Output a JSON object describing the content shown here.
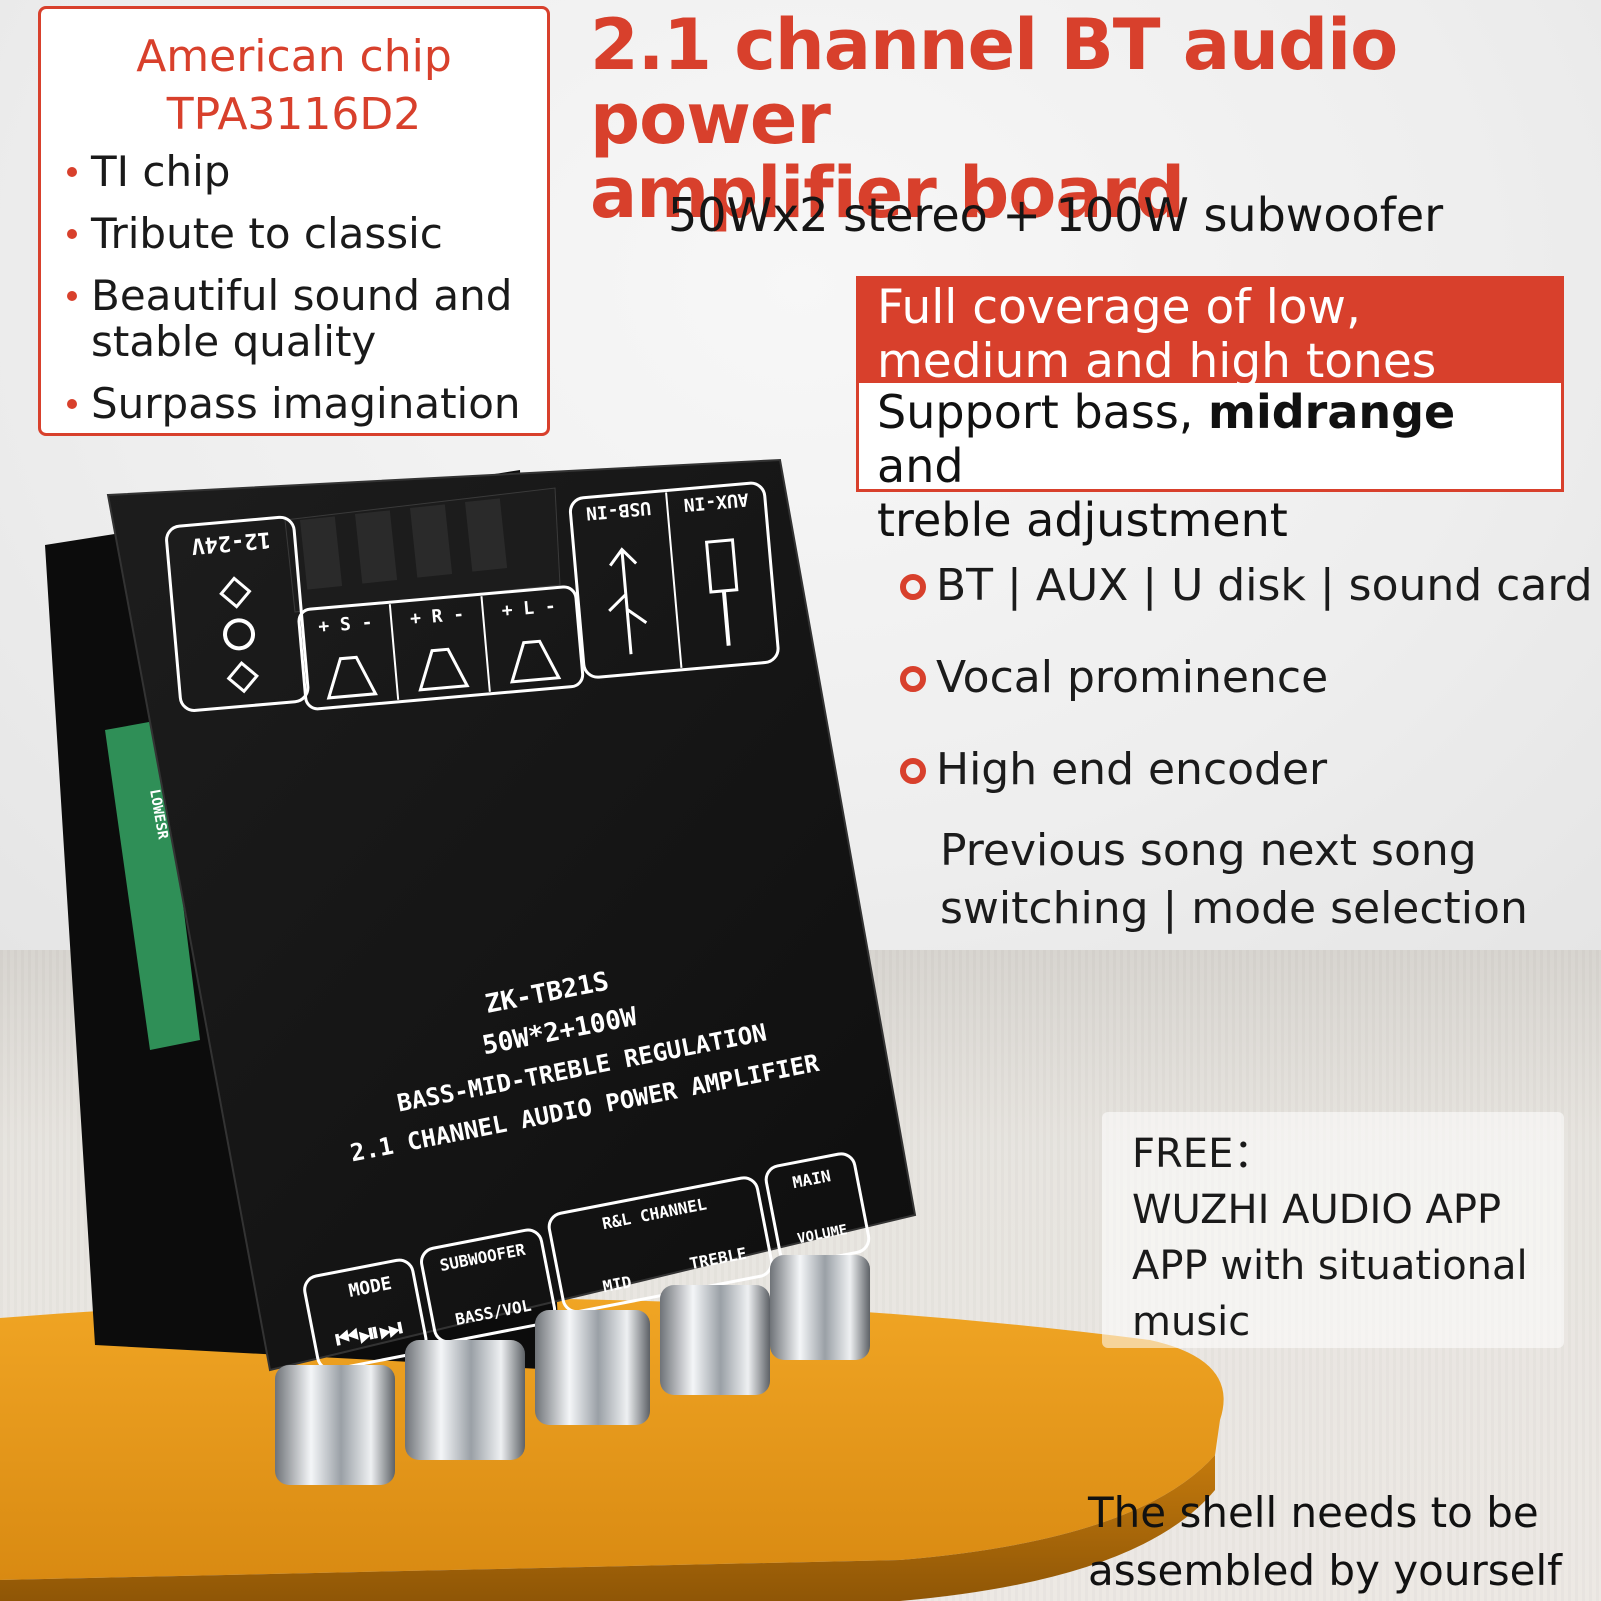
{
  "chip_box": {
    "title_line1": "American chip",
    "title_line2": "TPA3116D2",
    "bullets": [
      "TI  chip",
      "Tribute to classic",
      "Beautiful sound and stable quality",
      "Surpass imagination"
    ]
  },
  "headline": {
    "line1": "2.1 channel BT audio power",
    "line2": "amplifier board"
  },
  "subline": "50Wx2 stereo + 100W subwoofer",
  "coverage": {
    "top_line1": "Full coverage of low,",
    "top_line2": "medium and high tones",
    "bottom_line1_start": "Support bass, ",
    "bottom_line1_bold": "midrange",
    "bottom_line1_end": " and",
    "bottom_line2": "treble adjustment"
  },
  "features": [
    "BT | AUX | U disk | sound card",
    "Vocal prominence",
    "High end encoder"
  ],
  "features_note": "Previous song next song switching | mode selection",
  "free_box": {
    "line1": "FREE：",
    "line2": "WUZHI AUDIO APP",
    "line3": "APP with situational",
    "line4": "music"
  },
  "shell_note": "The shell needs to be assembled by yourself",
  "board": {
    "model": "ZK-TB21S",
    "power": "50W*2+100W",
    "regulation": "BASS-MID-TREBLE REGULATION",
    "description": "2.1 CHANNEL AUDIO POWER AMPLIFIER",
    "voltage": "12-24V",
    "usb_label": "USB-IN",
    "aux_label": "AUX-IN",
    "out_s": "+ S -",
    "out_r": "+ R -",
    "out_l": "+ L -",
    "mode_label": "MODE",
    "sub_label": "SUBWOOFER",
    "bass_label": "BASS/VOL",
    "rl_label": "R&L CHANNEL",
    "mid_label": "MID",
    "treble_label": "TREBLE",
    "main_label": "MAIN",
    "volume_label": "VOLUME",
    "capacitor_label": "LOWESR"
  },
  "colors": {
    "accent": "#d8402c",
    "board": "#151515",
    "table": "#e39617"
  }
}
